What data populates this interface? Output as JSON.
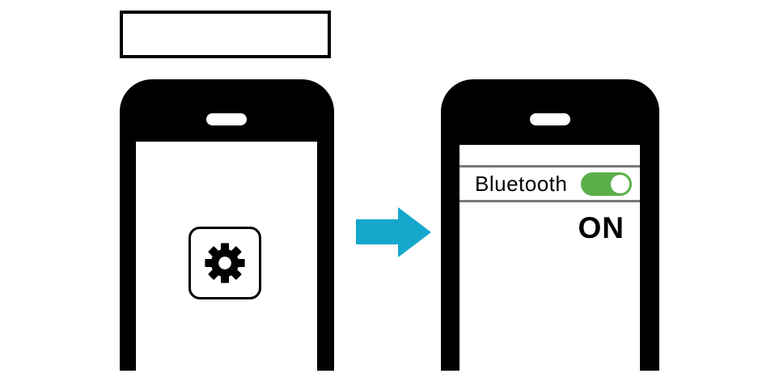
{
  "illustration": {
    "description": "Instructional diagram: open settings app, then turn Bluetooth on",
    "title_box": {
      "text": ""
    },
    "left_phone": {
      "role": "phone-showing-settings-app",
      "icons": {
        "speaker": "speaker-slot",
        "app_button": "gear-icon"
      }
    },
    "arrow": {
      "icon": "arrow-right-icon",
      "direction": "right"
    },
    "right_phone": {
      "role": "phone-showing-bluetooth-setting",
      "icons": {
        "speaker": "speaker-slot"
      },
      "bluetooth_row": {
        "label": "Bluetooth",
        "toggle": {
          "state": "on"
        }
      },
      "status_text": "ON"
    }
  },
  "palette": {
    "background": "#FFFFFF",
    "phone-body": "#000000",
    "screen": "#FFFFFF",
    "separator": "#787878",
    "arrow": "#15A8CC",
    "toggle-on": "#5BAF4B",
    "text": "#000000"
  }
}
